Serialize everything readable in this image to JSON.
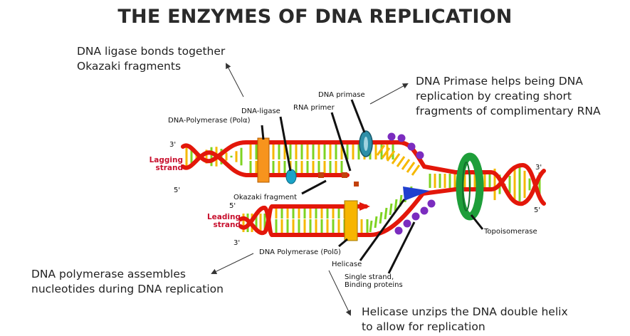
{
  "title": "THE ENZYMES OF DNA REPLICATION",
  "notes": {
    "ligase": [
      "DNA ligase bonds together",
      "Okazaki fragments"
    ],
    "primase": [
      "DNA Primase helps being DNA",
      "replication by creating short",
      "fragments of complimentary RNA"
    ],
    "polymerase": [
      "DNA polymerase assembles",
      "nucleotides during DNA replication"
    ],
    "helicase": [
      "Helicase unzips the DNA double helix",
      "to allow for replication"
    ]
  },
  "labels": {
    "dna_primase": "DNA primase",
    "dna_ligase": "DNA-ligase",
    "rna_primer": "RNA primer",
    "pol_alpha": "DNA-Polymerase (Polα)",
    "okazaki": "Okazaki fragment",
    "lagging": [
      "Lagging",
      "strand"
    ],
    "leading": [
      "Leading",
      "strand"
    ],
    "pol_delta": "DNA Polymerase (Polδ)",
    "helicase": "Helicase",
    "ssb": [
      "Single strand,",
      "Binding proteins"
    ],
    "topo": "Topoisomerase",
    "end_3_top": "3'",
    "end_5_top": "5'",
    "end_5_lead": "5'",
    "end_3_lead": "3'",
    "end_3_right": "3'",
    "end_5_right": "5'"
  },
  "colors": {
    "backbone": "#e3170a",
    "base_green": "#7ed321",
    "base_yellow": "#f5b800",
    "strand_label": "#c8102e",
    "polymerase": "#f7941d",
    "pol_delta": "#f7b500",
    "primase": "#2e8fa8",
    "ligase": "#1aa3c8",
    "topoisomerase": "#1e9e3a",
    "helicase": "#1f3fcf",
    "ssb": "#7b2cbf"
  }
}
